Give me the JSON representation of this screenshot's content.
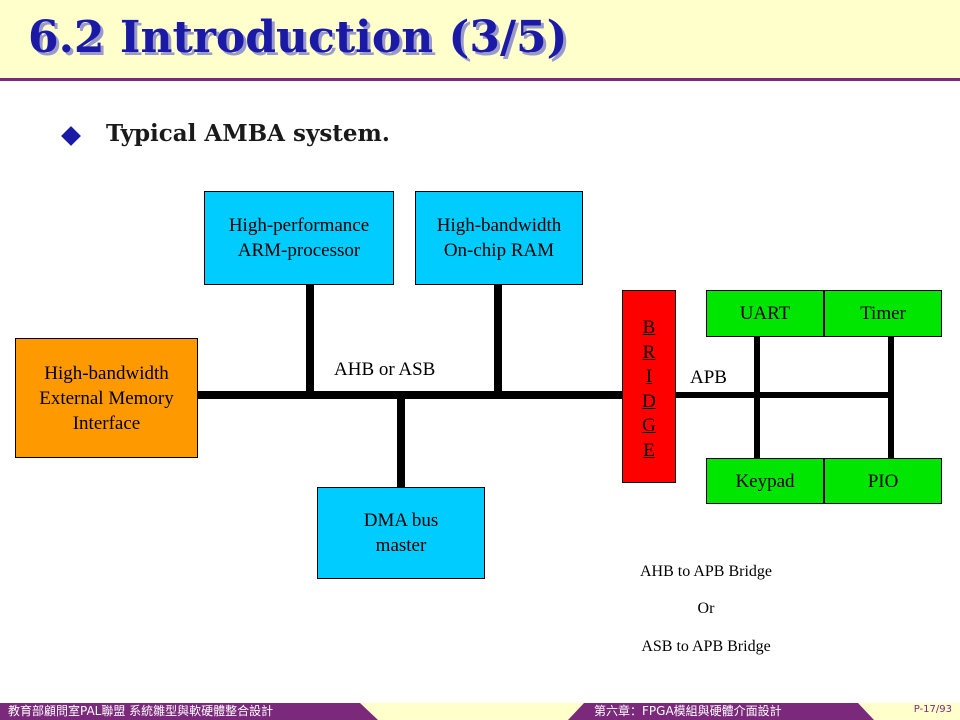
{
  "slide": {
    "title": "6.2 Introduction (3/5)",
    "bullet": "Typical AMBA system."
  },
  "diagram": {
    "arm": "High-performance\nARM-processor",
    "ram": "High-bandwidth\nOn-chip RAM",
    "ext_mem": "High-bandwidth\nExternal Memory\nInterface",
    "dma": "DMA bus\nmaster",
    "bridge_letters": [
      "B",
      "R",
      "I",
      "D",
      "G",
      "E"
    ],
    "uart": "UART",
    "timer": "Timer",
    "keypad": "Keypad",
    "pio": "PIO",
    "ahb_label": "AHB or ASB",
    "apb_label": "APB",
    "note_line1": "AHB to APB Bridge",
    "note_line2": "Or",
    "note_line3": "ASB to APB Bridge"
  },
  "footer": {
    "left": "教育部顧問室PAL聯盟 系統雛型與軟硬體整合設計",
    "middle": "第六章：FPGA模組與硬體介面設計",
    "page": "P-17/93"
  },
  "colors": {
    "title": "#1a1aa6",
    "processor_blocks": "#00ccff",
    "memory_interface": "#ff9900",
    "peripherals": "#00e600",
    "bridge": "#ff0000",
    "footer": "#7b2a7b"
  }
}
